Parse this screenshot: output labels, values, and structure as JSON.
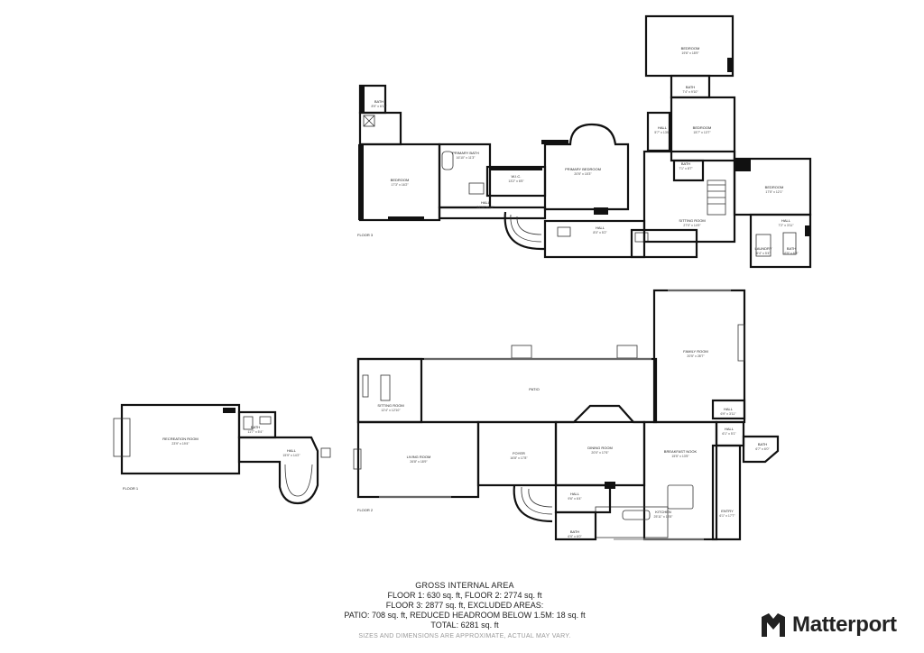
{
  "floors": {
    "floor1": {
      "label": "FLOOR 1",
      "rooms": [
        {
          "name": "RECREATION ROOM",
          "dims": "23'9\" x 19'4\""
        },
        {
          "name": "BATH",
          "dims": "11'7\" x 5'4\""
        },
        {
          "name": "HALL",
          "dims": "15'9\" x 14'2\""
        }
      ]
    },
    "floor2": {
      "label": "FLOOR 2",
      "rooms": [
        {
          "name": "PATIO",
          "dims": ""
        },
        {
          "name": "SITTING ROOM",
          "dims": "12'4\" x 12'10\""
        },
        {
          "name": "LIVING ROOM",
          "dims": "26'8\" x 18'9\""
        },
        {
          "name": "FOYER",
          "dims": "16'8\" x 17'8\""
        },
        {
          "name": "DINING ROOM",
          "dims": "20'0\" x 17'6\""
        },
        {
          "name": "BREAKFAST NOOK",
          "dims": "15'5\" x 13'5\""
        },
        {
          "name": "FAMILY ROOM",
          "dims": "20'5\" x 28'7\""
        },
        {
          "name": "HALL",
          "dims": "6'9\" x 3'11\""
        },
        {
          "name": "HALL",
          "dims": "6'1\" x 5'1\""
        },
        {
          "name": "BATH",
          "dims": "6'7\" x 6'0\""
        },
        {
          "name": "HALL",
          "dims": "9'6\" x 6'4\""
        },
        {
          "name": "BATH",
          "dims": "6'9\" x 6'0\""
        },
        {
          "name": "KITCHEN",
          "dims": "25'11\" x 13'5\""
        },
        {
          "name": "ENTRY",
          "dims": "6'1\" x 17'7\""
        }
      ]
    },
    "floor3": {
      "label": "FLOOR 3",
      "rooms": [
        {
          "name": "BEDROOM",
          "dims": "19'6\" x 18'9\""
        },
        {
          "name": "BATH",
          "dims": "7'4\" x 9'10\""
        },
        {
          "name": "BEDROOM",
          "dims": "15'7\" x 13'7\""
        },
        {
          "name": "BATH",
          "dims": "7'1\" x 8'7\""
        },
        {
          "name": "HALL",
          "dims": "5'7\" x 13'6\""
        },
        {
          "name": "BEDROOM",
          "dims": "17'5\" x 12'1\""
        },
        {
          "name": "BEDROOM",
          "dims": "17'3\" x 16'2\""
        },
        {
          "name": "PRIMARY BATH",
          "dims": "16'10\" x 11'3\""
        },
        {
          "name": "W.I.C.",
          "dims": "13'2\" x 6'5\""
        },
        {
          "name": "PRIMARY BEDROOM",
          "dims": "20'5\" x 15'3\""
        },
        {
          "name": "HALL",
          "dims": "24'10\" x 4'2\""
        },
        {
          "name": "HALL",
          "dims": "8'0\" x 5'2\""
        },
        {
          "name": "SITTING ROOM",
          "dims": "27'0\" x 14'9\""
        },
        {
          "name": "HALL",
          "dims": "7'2\" x 3'11\""
        },
        {
          "name": "BATH",
          "dims": "8'9\" x 6'11\""
        },
        {
          "name": "LAUNDRY",
          "dims": "6'4\" x 5'4\""
        },
        {
          "name": "BATH",
          "dims": "6'5\" x 6'3\""
        }
      ]
    }
  },
  "summary": {
    "title": "GROSS INTERNAL AREA",
    "line1": "FLOOR 1: 630 sq. ft, FLOOR 2: 2774 sq. ft",
    "line2": "FLOOR 3: 2877 sq. ft, EXCLUDED AREAS:",
    "line3": "PATIO: 708 sq. ft, REDUCED HEADROOM BELOW 1.5M: 18 sq. ft",
    "line4": "TOTAL: 6281 sq. ft",
    "disclaimer": "SIZES AND DIMENSIONS ARE APPROXIMATE, ACTUAL MAY VARY."
  },
  "brand": {
    "name": "Matterport",
    "logo_icon": "matterport-logo-icon",
    "color": "#222222"
  }
}
